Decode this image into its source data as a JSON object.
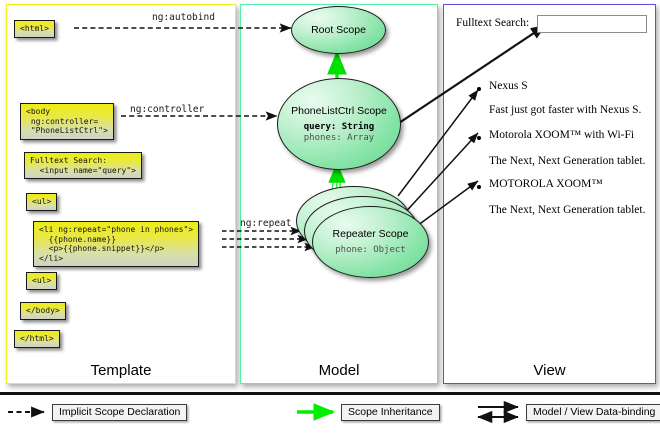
{
  "columns": [
    {
      "id": "template",
      "label": "Template",
      "accent": "#f2f21a"
    },
    {
      "id": "model",
      "label": "Model",
      "accent": "#55f0a8"
    },
    {
      "id": "view",
      "label": "View",
      "accent": "#6a49e0"
    }
  ],
  "template": {
    "boxes": [
      {
        "name": "html-open",
        "code": "<html>"
      },
      {
        "name": "body-open",
        "code": "<body\n ng:controller=\n \"PhoneListCtrl\">"
      },
      {
        "name": "fulltext-search",
        "code": "Fulltext Search:\n  <input name=\"query\">"
      },
      {
        "name": "ul-open",
        "code": "<ul>"
      },
      {
        "name": "li-repeat",
        "code": "<li ng:repeat=\"phone in phones\">\n  {{phone.name}}\n  <p>{{phone.snippet}}</p>\n</li>"
      },
      {
        "name": "ul-close",
        "code": "<ul>"
      },
      {
        "name": "body-close",
        "code": "</body>"
      },
      {
        "name": "html-close",
        "code": "</html>"
      }
    ]
  },
  "model": {
    "scopes": [
      {
        "name": "root-scope",
        "title": "Root\nScope",
        "props": []
      },
      {
        "name": "phonelistctrl-scope",
        "title": "PhoneListCtrl\nScope",
        "props": [
          {
            "text": "query: String",
            "bold": true
          },
          {
            "text": "phones: Array",
            "bold": false
          }
        ]
      },
      {
        "name": "repeater-scope",
        "title": "Repeater\nScope",
        "props": [
          {
            "text": "phone: Object",
            "bold": false
          }
        ]
      }
    ]
  },
  "view": {
    "search_label": "Fulltext Search:",
    "search_value": "",
    "search_placeholder": "",
    "items": [
      {
        "name": "Nexus S",
        "snippet": "Fast just got faster with Nexus S."
      },
      {
        "name": "Motorola XOOM™  with Wi-Fi",
        "snippet": "The Next, Next Generation tablet."
      },
      {
        "name": "MOTOROLA XOOM™",
        "snippet": "The Next, Next Generation tablet."
      }
    ]
  },
  "edges": {
    "autobind": "ng:autobind",
    "controller": "ng:controller",
    "repeat": "ng:repeat"
  },
  "legend": [
    {
      "name": "implicit-scope-declaration",
      "label": "Implicit Scope Declaration",
      "style": "dashed",
      "color": "#111111"
    },
    {
      "name": "scope-inheritance",
      "label": "Scope Inheritance",
      "style": "solid",
      "color": "#00ee00"
    },
    {
      "name": "model-view-data-binding",
      "label": "Model / View Data-binding",
      "style": "double",
      "color": "#111111"
    }
  ]
}
